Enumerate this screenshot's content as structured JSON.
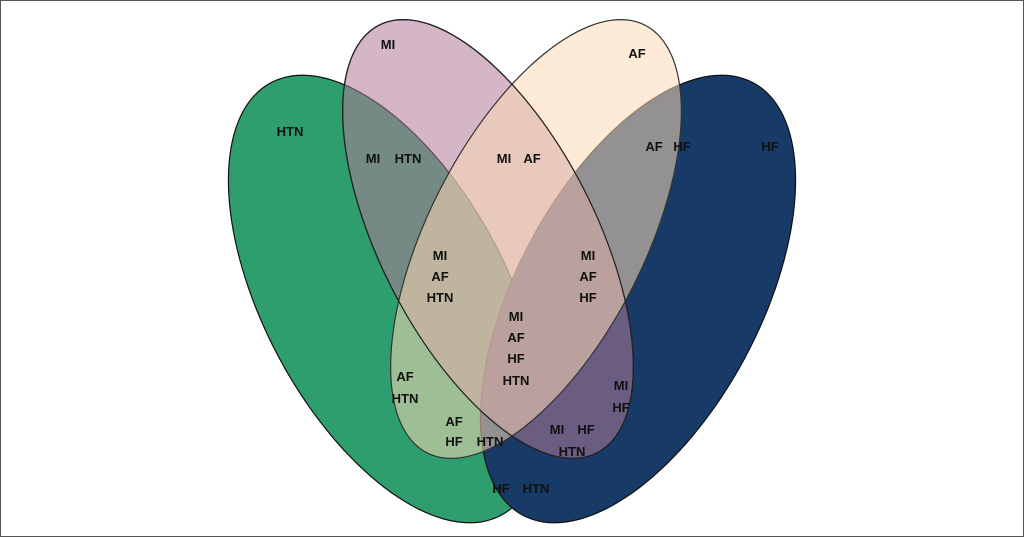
{
  "sets": [
    {
      "name": "HTN",
      "color": "#2e9e6e"
    },
    {
      "name": "HF",
      "color": "#173a66"
    },
    {
      "name": "MI",
      "color": "#b07a98"
    },
    {
      "name": "AF",
      "color": "#fbd9b6"
    }
  ],
  "regions": {
    "htn": "HTN",
    "mi": "MI",
    "af": "AF",
    "hf": "HF",
    "mi_htn": [
      "MI",
      "HTN"
    ],
    "mi_af": [
      "MI",
      "AF"
    ],
    "af_hf": [
      "AF",
      "HF"
    ],
    "mi_af_htn": [
      "MI",
      "AF",
      "HTN"
    ],
    "mi_af_hf": [
      "MI",
      "AF",
      "HF"
    ],
    "mi_af_hf_htn": [
      "MI",
      "AF",
      "HF",
      "HTN"
    ],
    "af_htn": [
      "AF",
      "HTN"
    ],
    "mi_hf": [
      "MI",
      "HF"
    ],
    "af_hf_htn": [
      "AF",
      "HF",
      "HTN"
    ],
    "mi_hf_htn": [
      "MI",
      "HF",
      "HTN"
    ],
    "hf_htn": [
      "HF",
      "HTN"
    ]
  }
}
